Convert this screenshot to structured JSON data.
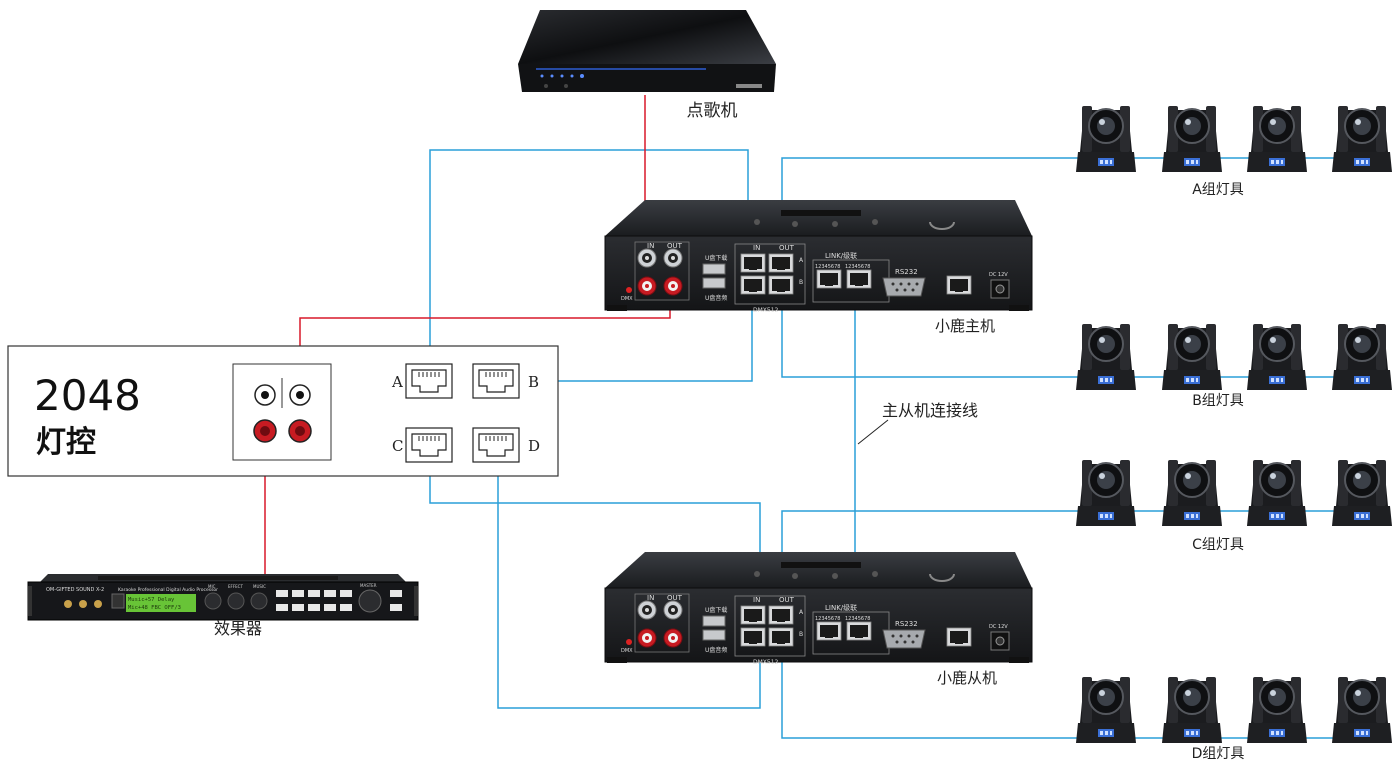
{
  "labels": {
    "ktv_player": "点歌机",
    "master": "小鹿主机",
    "slave": "小鹿从机",
    "effects": "效果器",
    "link_cable": "主从机连接线",
    "group_a": "A组灯具",
    "group_b": "B组灯具",
    "group_c": "C组灯具",
    "group_d": "D组灯具"
  },
  "controller": {
    "title_line1": "2048",
    "title_line2": "灯控",
    "port_a": "A",
    "port_b": "B",
    "port_c": "C",
    "port_d": "D"
  },
  "device_panel": {
    "in": "IN",
    "out": "OUT",
    "a": "A",
    "b": "B",
    "usb_dl": "U盘下载",
    "usb_music": "U盘音频",
    "link": "LINK/级联",
    "rs232": "RS232",
    "dmx": "DMX512",
    "dmx_small": "DMX",
    "dc": "DC 12V",
    "port_nums": "12345678"
  },
  "effects_panel": {
    "brand": "OM-GIFTED SOUND X-2",
    "subtitle": "Karaoke Professional Digital Audio Processor",
    "lcd1": "Music+57  Delay",
    "lcd2": "Mic+48 FBC OFF/3",
    "knob1": "MIC",
    "knob2": "EFFECT",
    "knob3": "MUSIC",
    "master": "MASTER"
  },
  "colors": {
    "wire_blue": "#2a9fd8",
    "wire_red": "#d8182a",
    "device_dark": "#1e2023"
  }
}
